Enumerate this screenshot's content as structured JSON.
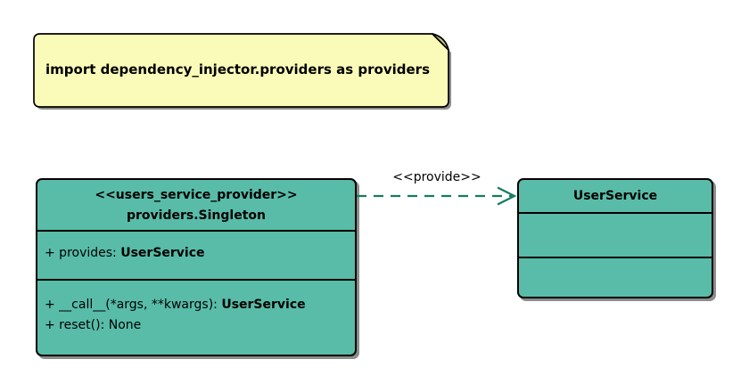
{
  "diagram": {
    "note": {
      "text": "import dependency_injector.providers as providers"
    },
    "provider_class": {
      "stereotype": "<<users_service_provider>>",
      "name": "providers.Singleton",
      "attribute_prefix": "+ provides: ",
      "attribute_type": "UserService",
      "method1_prefix": "+ __call__(*args, **kwargs): ",
      "method1_type": "UserService",
      "method2": "+ reset(): None"
    },
    "service_class": {
      "name": "UserService"
    },
    "relation": {
      "label": "<<provide>>"
    },
    "colors": {
      "background": "#ffffff",
      "class_fill": "#58bca8",
      "border": "#000000",
      "note_fill": "#fbfbb9",
      "note_fold": "#c9c87e",
      "arrow": "#177a62"
    }
  }
}
